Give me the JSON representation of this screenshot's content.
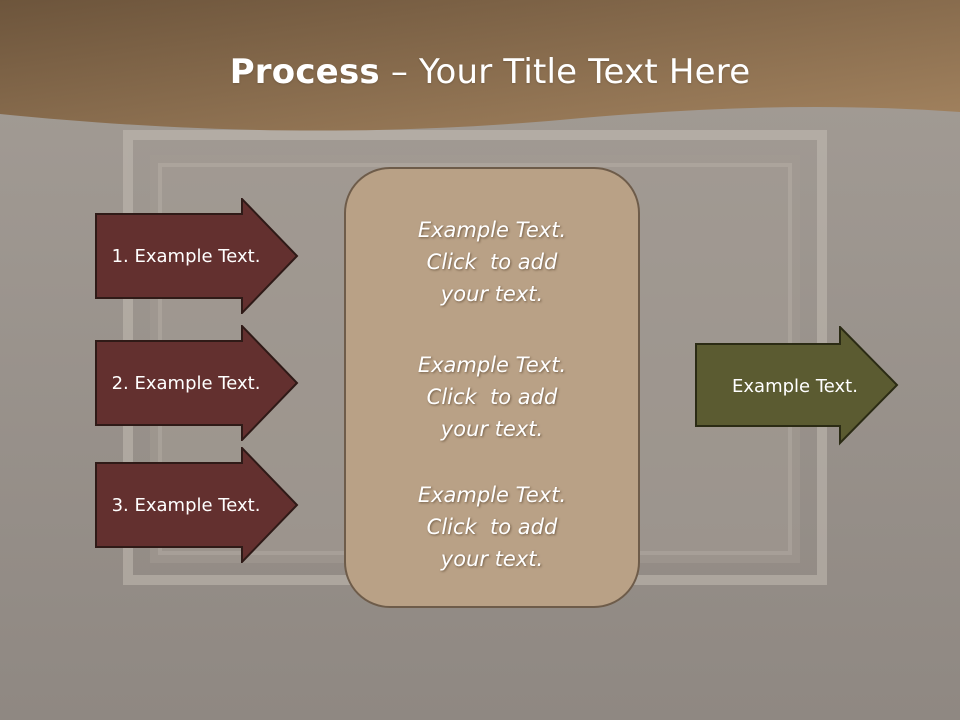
{
  "title": {
    "bold": "Process",
    "rest": " – Your Title Text Here"
  },
  "steps": [
    {
      "label": "1. Example Text."
    },
    {
      "label": "2. Example Text."
    },
    {
      "label": "3. Example Text."
    }
  ],
  "center_blocks": [
    {
      "lines": [
        "Example Text.",
        "Click  to add",
        "your text."
      ]
    },
    {
      "lines": [
        "Example Text.",
        "Click  to add",
        "your text."
      ]
    },
    {
      "lines": [
        "Example Text.",
        "Click  to add",
        "your text."
      ]
    }
  ],
  "result": {
    "label": "Example Text."
  },
  "colors": {
    "header_brown": "#8a6a48",
    "step_fill": "#63302f",
    "center_fill": "#b9a186",
    "result_fill": "#5b5b31"
  }
}
